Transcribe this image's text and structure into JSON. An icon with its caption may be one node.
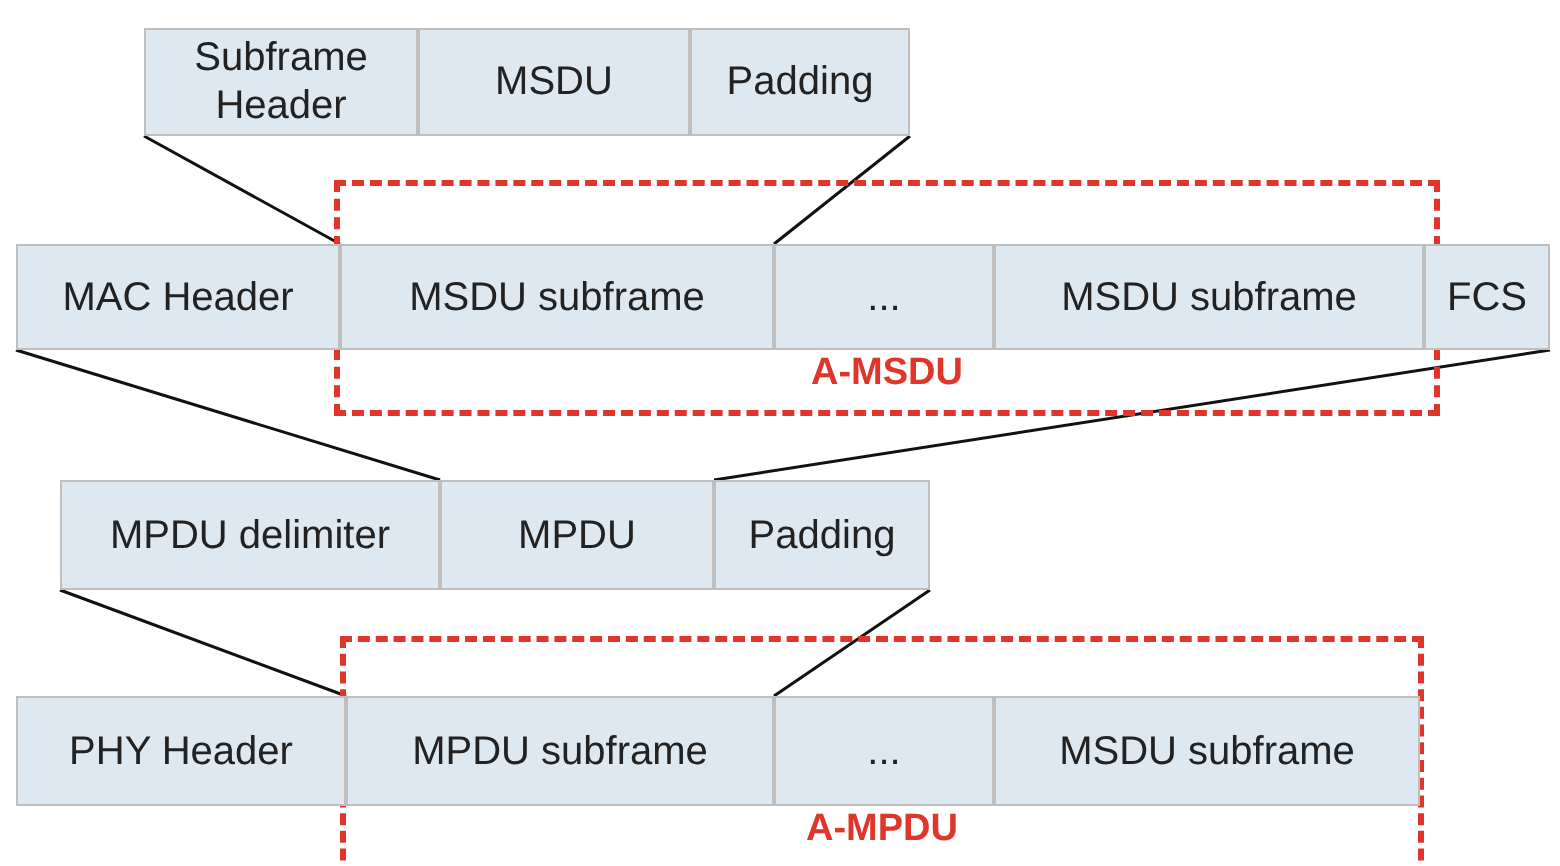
{
  "diagram": {
    "nodes": [
      {
        "text": [
          "Subframe Header"
        ]
      },
      {
        "text": [
          "MSDU"
        ]
      },
      {
        "text": [
          "Padding"
        ]
      },
      {
        "text": [
          "MAC Header"
        ]
      },
      {
        "text": [
          "A-MSDU"
        ]
      },
      {
        "text": [
          "MSDU subframe"
        ],
        "in": 4
      },
      {
        "text": [
          "..."
        ],
        "in": 4
      },
      {
        "text": [
          "MSDU subframe"
        ],
        "in": 4
      },
      {
        "text": [
          "FCS"
        ]
      },
      {
        "text": [
          "MPDU delimiter"
        ]
      },
      {
        "text": [
          "MPDU"
        ]
      },
      {
        "text": [
          "Padding"
        ]
      },
      {
        "text": [
          "PHY Header"
        ]
      },
      {
        "text": [
          "A-MPDU"
        ]
      },
      {
        "text": [
          "MPDU subframe"
        ],
        "in": 13
      },
      {
        "text": [
          "..."
        ],
        "in": 13
      },
      {
        "text": [
          "MSDU subframe"
        ],
        "in": 13
      }
    ],
    "edges": [
      {
        "from": 0,
        "to": 5,
        "arrow": "none"
      },
      {
        "from": 2,
        "to": 5,
        "arrow": "none"
      },
      {
        "from": 3,
        "to": 10,
        "arrow": "none"
      },
      {
        "from": 8,
        "to": 10,
        "arrow": "none"
      },
      {
        "from": 9,
        "to": 14,
        "arrow": "none"
      },
      {
        "from": 11,
        "to": 14,
        "arrow": "none"
      }
    ]
  }
}
